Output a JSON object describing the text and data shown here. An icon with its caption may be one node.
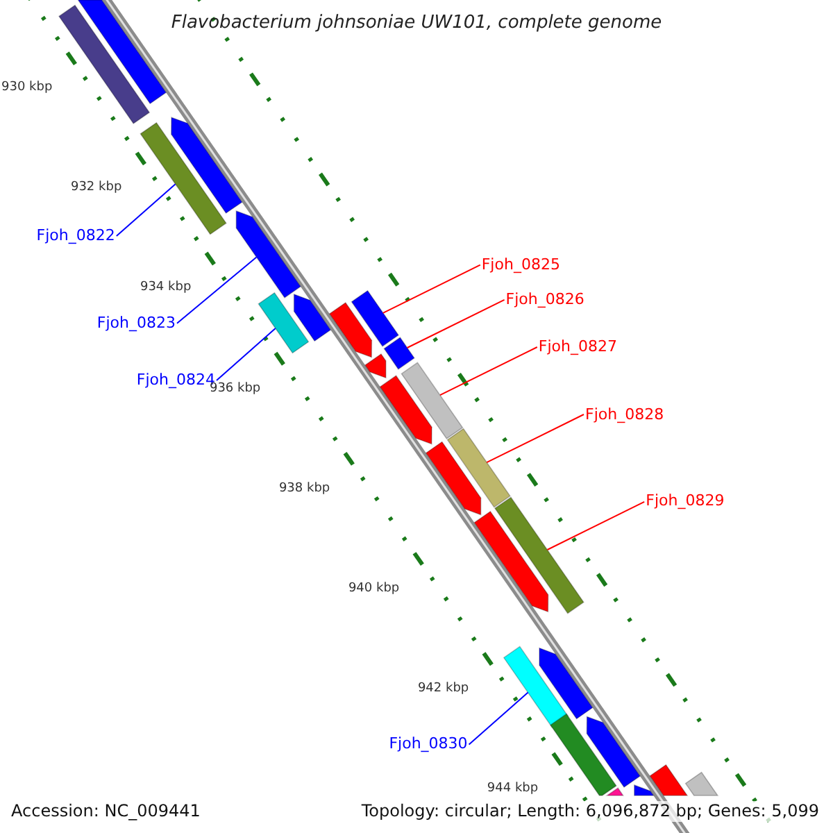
{
  "diagram": {
    "title": "Flavobacterium johnsoniae UW101, complete genome",
    "nodes": [
      {
        "text": [
          "Fjoh_0822"
        ]
      },
      {
        "text": [
          "Fjoh_0825"
        ]
      },
      {
        "text": [
          "Fjoh_0826"
        ]
      },
      {
        "text": [
          "Fjoh_0823"
        ]
      },
      {
        "text": [
          "Fjoh_0827"
        ]
      },
      {
        "text": [
          "Fjoh_0824"
        ]
      },
      {
        "text": [
          "Fjoh_0828"
        ]
      },
      {
        "text": [
          "Fjoh_0829"
        ]
      },
      {
        "text": [
          "Fjoh_0830"
        ]
      },
      {
        "text": [],
        "shape": "bar"
      },
      {
        "text": [],
        "shape": "bar"
      },
      {
        "text": [],
        "shape": "bar"
      },
      {
        "text": [],
        "shape": "bar"
      },
      {
        "text": [],
        "shape": "bar"
      },
      {
        "text": [],
        "shape": "bar"
      },
      {
        "text": [],
        "shape": "bar"
      },
      {
        "text": [],
        "shape": "bar"
      },
      {
        "text": [],
        "shape": "bar"
      },
      {
        "text": [],
        "shape": "bar"
      },
      {
        "text": [],
        "shape": "bar"
      },
      {
        "text": [],
        "shape": "bar"
      },
      {
        "text": [],
        "shape": "bar"
      },
      {
        "text": [],
        "shape": "bar"
      },
      {
        "text": [],
        "shape": "bar"
      },
      {
        "text": [],
        "shape": "bar"
      },
      {
        "text": [],
        "shape": "bar"
      },
      {
        "text": [],
        "shape": "bar"
      },
      {
        "text": [],
        "shape": "bar"
      },
      {
        "text": [],
        "shape": "bar"
      },
      {
        "text": [],
        "shape": "bar"
      },
      {
        "text": [],
        "shape": "bar"
      },
      {
        "text": [],
        "shape": "bar"
      },
      {
        "text": [],
        "shape": "bar"
      },
      {
        "text": [],
        "shape": "bar"
      }
    ],
    "edges": [
      {
        "from": 0,
        "to": 12,
        "arrow": "none",
        "color": "#0000ff"
      },
      {
        "from": 1,
        "to": 15,
        "arrow": "none"
      },
      {
        "from": 2,
        "to": 18,
        "arrow": "none"
      },
      {
        "from": 3,
        "to": 13,
        "arrow": "none",
        "color": "#0000ff"
      },
      {
        "from": 4,
        "to": 20,
        "arrow": "none"
      },
      {
        "from": 5,
        "to": 16,
        "arrow": "none",
        "color": "#0000ff"
      },
      {
        "from": 6,
        "to": 22,
        "arrow": "none"
      },
      {
        "from": 7,
        "to": 24,
        "arrow": "none"
      },
      {
        "from": 8,
        "to": 27,
        "arrow": "none",
        "color": "#0000ff"
      }
    ],
    "labels": [
      "930 kbp",
      "932 kbp",
      "934 kbp",
      "936 kbp",
      "938 kbp",
      "940 kbp",
      "942 kbp",
      "944 kbp",
      "Accession: NC_009441",
      "Topology: circular; Length: 6,096,872 bp; Genes: 5,099"
    ]
  }
}
